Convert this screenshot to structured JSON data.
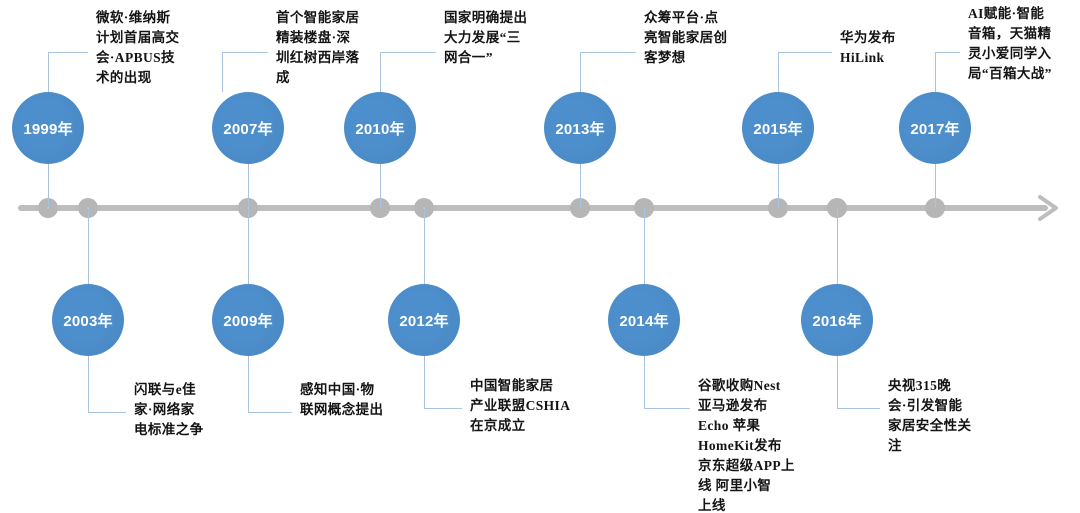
{
  "title": "智能家居发展历程时间轴",
  "colors": {
    "bubble_fill": "#4d8fcc",
    "bubble_text": "#ffffff",
    "axis": "#bdbdbd",
    "axis_dot": "#b6b6b6",
    "connector": "#a8c4de",
    "caption_text": "#141414",
    "background": "#ffffff"
  },
  "axis": {
    "arrow_direction": "right",
    "dot_count": 11
  },
  "events": [
    {
      "year": "1999年",
      "side": "top",
      "caption": "微软·维纳斯计划首届高交会·APBUS技术的出现",
      "caption_lines": "微软·维纳斯\n计划首届高交\n会·APBUS技\n术的出现"
    },
    {
      "year": "2003年",
      "side": "bottom",
      "caption": "闪联与e佳家·网络家电标准之争",
      "caption_lines": "闪联与e佳\n家·网络家\n电标准之争"
    },
    {
      "year": "2007年",
      "side": "top",
      "caption": "首个智能家居精装楼盘·深圳红树西岸落成",
      "caption_lines": "首个智能家居\n精装楼盘·深\n圳红树西岸落\n成"
    },
    {
      "year": "2009年",
      "side": "bottom",
      "caption": "感知中国·物联网概念提出",
      "caption_lines": "感知中国·物\n联网概念提出"
    },
    {
      "year": "2010年",
      "side": "top",
      "caption": "国家明确提出大力发展“三网合一”",
      "caption_lines": "国家明确提出\n大力发展“三\n网合一”"
    },
    {
      "year": "2012年",
      "side": "bottom",
      "caption": "中国智能家居产业联盟CSHIA在京成立",
      "caption_lines": "中国智能家居\n产业联盟CSHIA\n在京成立"
    },
    {
      "year": "2013年",
      "side": "top",
      "caption": "众筹平台·点亮智能家居创客梦想",
      "caption_lines": "众筹平台·点\n亮智能家居创\n客梦想"
    },
    {
      "year": "2014年",
      "side": "bottom",
      "caption": "谷歌收购Nest 亚马逊发布Echo 苹果HomeKit发布 京东超级APP上线 阿里小智上线",
      "caption_lines": "谷歌收购Nest\n亚马逊发布\nEcho  苹果\nHomeKit发布\n京东超级APP上\n线  阿里小智\n上线"
    },
    {
      "year": "2015年",
      "side": "top",
      "caption": "华为发布HiLink",
      "caption_lines": "华为发布\nHiLink"
    },
    {
      "year": "2016年",
      "side": "bottom",
      "caption": "央视315晚会·引发智能家居安全性关注",
      "caption_lines": "央视315晚\n会·引发智能\n家居安全性关\n注"
    },
    {
      "year": "2017年",
      "side": "top",
      "caption": "AI赋能·智能音箱，天猫精灵小爱同学入局“百箱大战”",
      "caption_lines": "AI赋能·智能\n音箱，天猫精\n灵小爱同学入\n局“百箱大战”"
    }
  ]
}
